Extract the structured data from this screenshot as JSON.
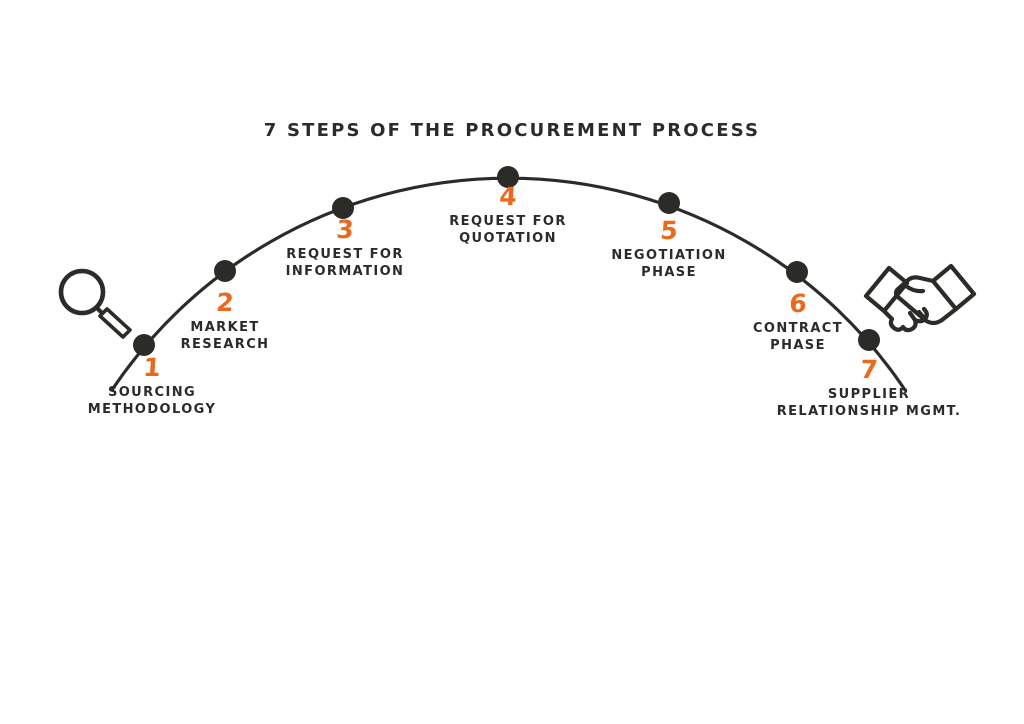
{
  "title": "7 STEPS OF THE PROCUREMENT PROCESS",
  "colors": {
    "ink": "#2b2b28",
    "accent": "#e96a1e",
    "bg": "#ffffff"
  },
  "diagram": {
    "type": "process-arc",
    "left_icon": "magnifier-icon",
    "right_icon": "handshake-icon",
    "steps": [
      {
        "number": "1",
        "lines": [
          "SOURCING",
          "METHODOLOGY"
        ]
      },
      {
        "number": "2",
        "lines": [
          "MARKET",
          "RESEARCH"
        ]
      },
      {
        "number": "3",
        "lines": [
          "REQUEST FOR",
          "INFORMATION"
        ]
      },
      {
        "number": "4",
        "lines": [
          "REQUEST FOR",
          "QUOTATION"
        ]
      },
      {
        "number": "5",
        "lines": [
          "NEGOTIATION",
          "PHASE"
        ]
      },
      {
        "number": "6",
        "lines": [
          "CONTRACT",
          "PHASE"
        ]
      },
      {
        "number": "7",
        "lines": [
          "SUPPLIER",
          "RELATIONSHIP MGMT."
        ]
      }
    ]
  }
}
